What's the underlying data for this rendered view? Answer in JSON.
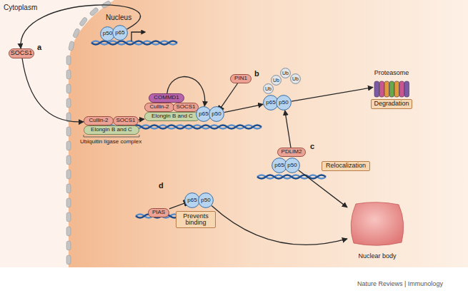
{
  "diagram": {
    "nodes": [
      {
        "text": [
          "SOCS1"
        ]
      },
      {
        "text": [
          "p50"
        ]
      },
      {
        "text": [
          "p65"
        ]
      },
      {
        "text": [
          "Cullin-2"
        ]
      },
      {
        "text": [
          "SOCS1"
        ]
      },
      {
        "text": [
          "Elongin B and C"
        ]
      },
      {
        "text": [
          "COMMD1"
        ]
      },
      {
        "text": [
          "Cullin-2"
        ]
      },
      {
        "text": [
          "SOCS1"
        ]
      },
      {
        "text": [
          "Elongin B and C"
        ]
      },
      {
        "text": [
          "p65"
        ]
      },
      {
        "text": [
          "p50"
        ]
      },
      {
        "text": [
          "PIN1"
        ]
      },
      {
        "text": [
          "p65"
        ]
      },
      {
        "text": [
          "p50"
        ]
      },
      {
        "text": [
          "Ub"
        ]
      },
      {
        "text": [
          "Ub"
        ]
      },
      {
        "text": [
          "Ub"
        ]
      },
      {
        "text": [
          "Ub"
        ]
      },
      {
        "text": [
          "Proteasome"
        ]
      },
      {
        "text": [
          "Degradation"
        ]
      },
      {
        "text": [
          "PDLIM2"
        ]
      },
      {
        "text": [
          "p65"
        ]
      },
      {
        "text": [
          "p50"
        ]
      },
      {
        "text": [
          "Relocalization"
        ]
      },
      {
        "text": [
          "PIAS"
        ]
      },
      {
        "text": [
          "Prevents binding"
        ]
      },
      {
        "text": [
          "p65"
        ]
      },
      {
        "text": [
          "p50"
        ]
      },
      {
        "text": [
          "Nuclear body"
        ]
      }
    ],
    "edges": [
      {
        "from": 2,
        "to": 0,
        "arrow": "to"
      },
      {
        "from": 0,
        "to": 3,
        "arrow": "to"
      },
      {
        "from": 4,
        "to": 9,
        "arrow": "to"
      },
      {
        "from": 6,
        "to": 10,
        "arrow": "to"
      },
      {
        "from": 12,
        "to": 11,
        "arrow": "to"
      },
      {
        "from": 11,
        "to": 13,
        "arrow": "to"
      },
      {
        "from": 14,
        "to": 19,
        "arrow": "to"
      },
      {
        "from": 21,
        "to": 14,
        "arrow": "to"
      },
      {
        "from": 23,
        "to": 29,
        "arrow": "to"
      },
      {
        "from": 25,
        "to": 27,
        "arrow": "to"
      },
      {
        "from": 28,
        "to": 29,
        "arrow": "to"
      }
    ],
    "labels": [
      "Cytoplasm",
      "Nucleus",
      "a",
      "b",
      "c",
      "d",
      "Ubiquitin ligase complex",
      "Nature Reviews | Immunology"
    ]
  }
}
